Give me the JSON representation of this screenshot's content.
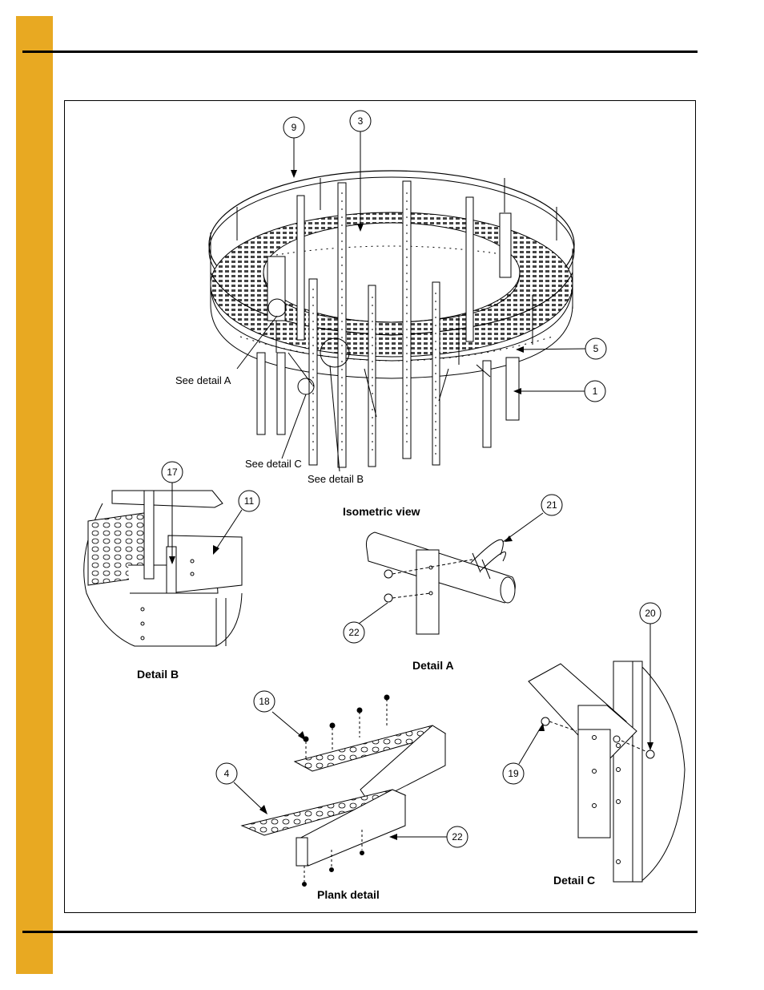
{
  "page": {
    "accent_color": "#e8a922",
    "rule_color": "#000000"
  },
  "isometric": {
    "title": "Isometric view",
    "refs": {
      "detail_a": "See detail A",
      "detail_b": "See detail B",
      "detail_c": "See detail C"
    },
    "callouts": [
      "9",
      "3",
      "5",
      "1"
    ]
  },
  "detail_b": {
    "title": "Detail B",
    "callouts": [
      "17",
      "11"
    ]
  },
  "detail_a": {
    "title": "Detail A",
    "callouts": [
      "21",
      "22"
    ]
  },
  "detail_c": {
    "title": "Detail C",
    "callouts": [
      "20",
      "19"
    ]
  },
  "plank_detail": {
    "title": "Plank detail",
    "callouts": [
      "18",
      "4",
      "22"
    ]
  }
}
